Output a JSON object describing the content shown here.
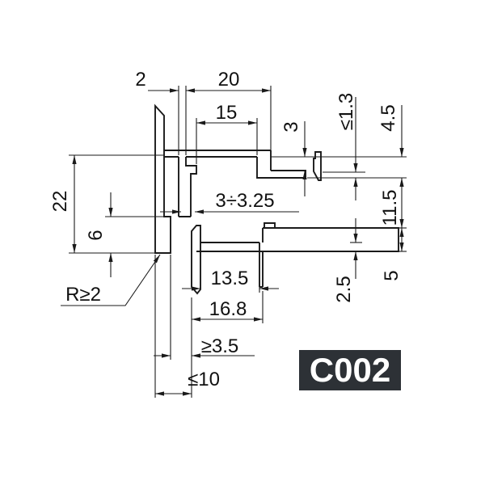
{
  "drawing": {
    "code_label": "C002",
    "dims": {
      "web_top": "2",
      "top_outer": "20",
      "top_inner": "15",
      "lip": "3",
      "hook_gap": "≤1.3",
      "flange": "4.5",
      "left_height": "22",
      "web_lower": "3÷3.25",
      "mid_gap": "11.5",
      "step": "6",
      "lower_inner": "13.5",
      "lower_outer": "16.8",
      "radius": "R≥2",
      "plate": "2.5",
      "arm": "5",
      "foot": "≥3.5",
      "depth": "≤10"
    }
  }
}
